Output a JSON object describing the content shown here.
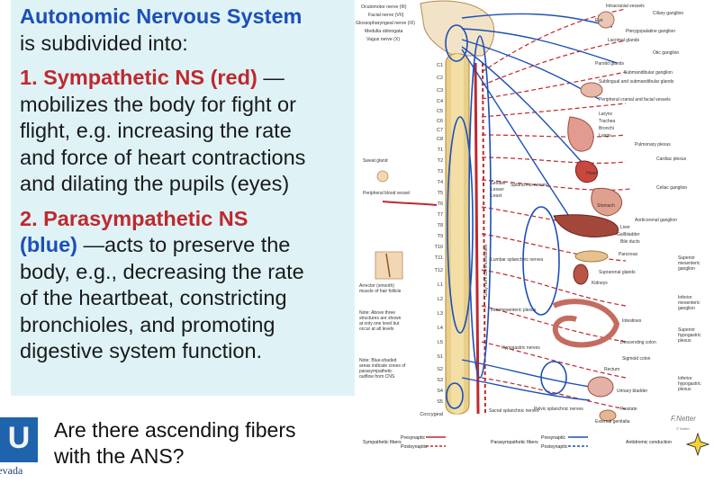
{
  "text_panel": {
    "title": "Autonomic Nervous System",
    "intro": "is subdivided into:",
    "sym_num": "1. Sympathetic NS",
    "sym_color": "(red)",
    "sym_dash": " —",
    "sym_lines": [
      "mobilizes the body for fight or",
      "flight, e.g. increasing the rate",
      "and force of heart contractions",
      "and dilating the pupils (eyes)"
    ],
    "para_num": "2. Parasympathetic NS",
    "para_color": "(blue)",
    "para_rest": " —acts to preserve the",
    "para_lines": [
      "body, e.g., decreasing the rate",
      "of the heartbeat, constricting",
      "bronchioles, and promoting",
      "digestive system function."
    ]
  },
  "question": {
    "line1": "Are there ascending fibers",
    "line2": "with the ANS?"
  },
  "logo": {
    "letter": "U",
    "word": "levada"
  },
  "figure": {
    "left_labels": [
      "Oculomotor nerve (III)",
      "Facial nerve (VII)",
      "Glossopharyngeal nerve (IX)",
      "Medulla oblongata",
      "Vagus nerve (X)"
    ],
    "cervical": [
      "C1",
      "C2",
      "C3",
      "C4",
      "C5",
      "C6",
      "C7",
      "C8"
    ],
    "thoracic": [
      "T1",
      "T2",
      "T3",
      "T4",
      "T5",
      "T6",
      "T7",
      "T8",
      "T9",
      "T10",
      "T11",
      "T12"
    ],
    "lumbar": [
      "L1",
      "L2",
      "L3",
      "L4",
      "L5"
    ],
    "sacral": [
      "S1",
      "S2",
      "S3",
      "S4",
      "S5"
    ],
    "coccygeal": "Coccygeal",
    "side_labels": {
      "sweat": "Sweat gland",
      "vessel": "Peripheral blood vessel",
      "arrector": "Arrector (smooth) muscle of hair follicle",
      "note1": "Note: Above three structures are shown at only one level but occur at all levels",
      "note2": "Note: Blue-shaded areas indicate zones of parasympathetic outflow from CNS"
    },
    "right_labels": [
      "Intracranial vessels",
      "Ciliary ganglion",
      "Eye",
      "Pterygopalatine ganglion",
      "Lacrimal glands",
      "Otic ganglion",
      "Parotid glands",
      "Submandibular ganglion",
      "Sublingual and submandibular glands",
      "Peripheral cranial and facial vessels",
      "Larynx",
      "Trachea",
      "Bronchi",
      "Lungs",
      "Pulmonary plexus",
      "Cardiac plexus",
      "Heart",
      "Celiac ganglion",
      "Stomach",
      "Aorticorenal ganglion",
      "Liver",
      "Gallbladder",
      "Bile ducts",
      "Pancreas",
      "Superior mesenteric ganglion",
      "Suprarenal glands",
      "Kidneys",
      "Inferior mesenteric ganglion",
      "Intestines",
      "Superior hypogastric plexus",
      "Descending colon",
      "Sigmoid colon",
      "Rectum",
      "Inferior hypogastric plexus",
      "Urinary bladder",
      "Prostate",
      "External genitalia"
    ],
    "mid_labels": {
      "greater": "Greater",
      "lesser": "Lesser",
      "least": "Least",
      "splanchnic": "Splanchnic nerves",
      "lumbar_spl": "Lumbar splanchnic nerves",
      "intermesenteric": "Intermesenteric plexus",
      "hypogastric": "Hypogastric nerves",
      "sacral_spl": "Sacral splanchnic nerves",
      "pelvic_spl": "Pelvic splanchnic nerves",
      "gray_rami": "Gray rami communicantes"
    },
    "legend": {
      "sym": "Sympathetic fibers",
      "para": "Parasympathetic fibers",
      "pre": "Presynaptic",
      "post": "Postsynaptic",
      "anti": "Antidromic conduction"
    },
    "signature": "F.Netter",
    "credit": "© Netter"
  },
  "colors": {
    "panel_bg": "#dff3f7",
    "sympathetic": "#c0282d",
    "parasympathetic": "#1d4fb8",
    "logo_bg": "#1f63ad"
  }
}
